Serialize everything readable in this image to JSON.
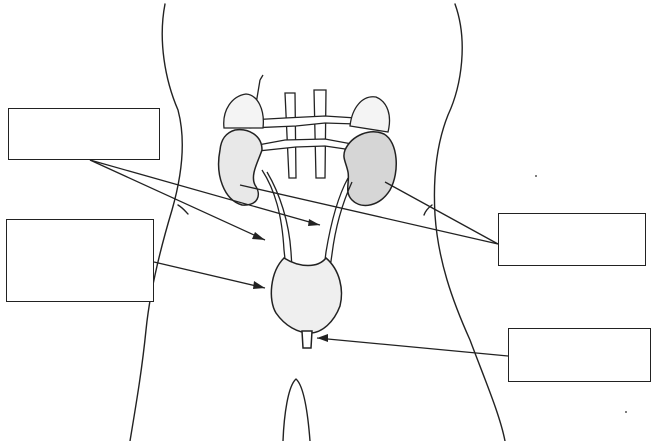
{
  "diagram": {
    "structures": [
      {
        "name": "kidney-left",
        "label": ""
      },
      {
        "name": "kidney-right",
        "label": ""
      },
      {
        "name": "ureters",
        "label": ""
      },
      {
        "name": "bladder",
        "label": ""
      },
      {
        "name": "urethra",
        "label": ""
      }
    ],
    "label_boxes": [
      {
        "id": "box-ureter",
        "text": ""
      },
      {
        "id": "box-bladder",
        "text": ""
      },
      {
        "id": "box-kidney",
        "text": ""
      },
      {
        "id": "box-urethra",
        "text": ""
      }
    ]
  }
}
